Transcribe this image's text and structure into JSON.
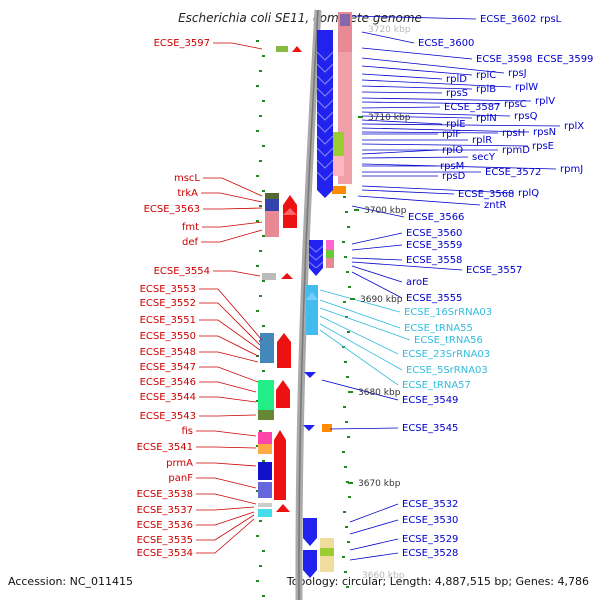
{
  "title": "Escherichia coli SE11, complete genome",
  "footer": {
    "accession": "Accession: NC_011415",
    "info": "Topology: circular; Length: 4,887,515 bp; Genes: 4,786"
  },
  "colors": {
    "left_label": "#cc0000",
    "right_label": "#0000cc",
    "rna_label": "#33bbdd",
    "backbone": "#999999",
    "tick": "#228822"
  },
  "positions": [
    "3710 kbp",
    "3700 kbp",
    "3690 kbp",
    "3680 kbp",
    "3670 kbp"
  ],
  "faint_positions": [
    "3720 kbp",
    "3660 kbp"
  ],
  "left_genes": [
    "ECSE_3597",
    "mscL",
    "trkA",
    "ECSE_3563",
    "fmt",
    "def",
    "ECSE_3554",
    "ECSE_3553",
    "ECSE_3552",
    "ECSE_3551",
    "ECSE_3550",
    "ECSE_3548",
    "ECSE_3547",
    "ECSE_3546",
    "ECSE_3544",
    "ECSE_3543",
    "fis",
    "ECSE_3541",
    "prmA",
    "panF",
    "ECSE_3538",
    "ECSE_3537",
    "ECSE_3536",
    "ECSE_3535",
    "ECSE_3534"
  ],
  "right_genes": [
    "ECSE_3602",
    "rpsL",
    "ECSE_3600",
    "ECSE_3598",
    "ECSE_3599",
    "rpsJ",
    "rplC",
    "rplD",
    "rplW",
    "rplB",
    "rpsS",
    "rplV",
    "rpsC",
    "ECSE_3587",
    "rpsQ",
    "rplN",
    "rplE",
    "rplX",
    "rpsN",
    "rpsH",
    "rplF",
    "rplR",
    "rpsE",
    "rpmD",
    "rplO",
    "secY",
    "rpmJ",
    "rpsM",
    "ECSE_3572",
    "rpsD",
    "rplQ",
    "ECSE_3568",
    "zntR",
    "ECSE_3566",
    "ECSE_3560",
    "ECSE_3559",
    "ECSE_3558",
    "ECSE_3557",
    "aroE",
    "ECSE_3555",
    "ECSE_3549",
    "ECSE_3545",
    "ECSE_3532",
    "ECSE_3530",
    "ECSE_3529",
    "ECSE_3528"
  ],
  "rna_genes": [
    "ECSE_16SrRNA03",
    "ECSE_tRNA55",
    "ECSE_tRNA56",
    "ECSE_23SrRNA03",
    "ECSE_5SrRNA03",
    "ECSE_tRNA57"
  ]
}
